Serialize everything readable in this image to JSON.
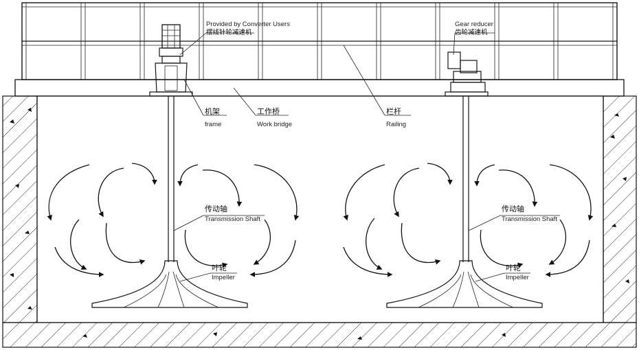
{
  "labels": {
    "motor_left": {
      "en": "Provided by Converter Users",
      "zh": "摆线针轮减速机"
    },
    "motor_right": {
      "en": "Gear reducer",
      "zh": "齿轮减速机"
    },
    "frame": {
      "zh": "机架",
      "en": "frame"
    },
    "work_bridge": {
      "zh": "工作桥",
      "en": "Work bridge"
    },
    "railing": {
      "zh": "栏杆",
      "en": "Railing"
    },
    "shaft_left": {
      "zh": "传动轴",
      "en": "Transmission Shaft"
    },
    "shaft_right": {
      "zh": "传动轴",
      "en": "Transmission Shaft"
    },
    "impeller_left": {
      "zh": "叶轮",
      "en": "Impeller"
    },
    "impeller_right": {
      "zh": "叶轮",
      "en": "Impeller"
    }
  },
  "colors": {
    "line": "#111111",
    "background": "#ffffff",
    "hatch": "#333333"
  }
}
